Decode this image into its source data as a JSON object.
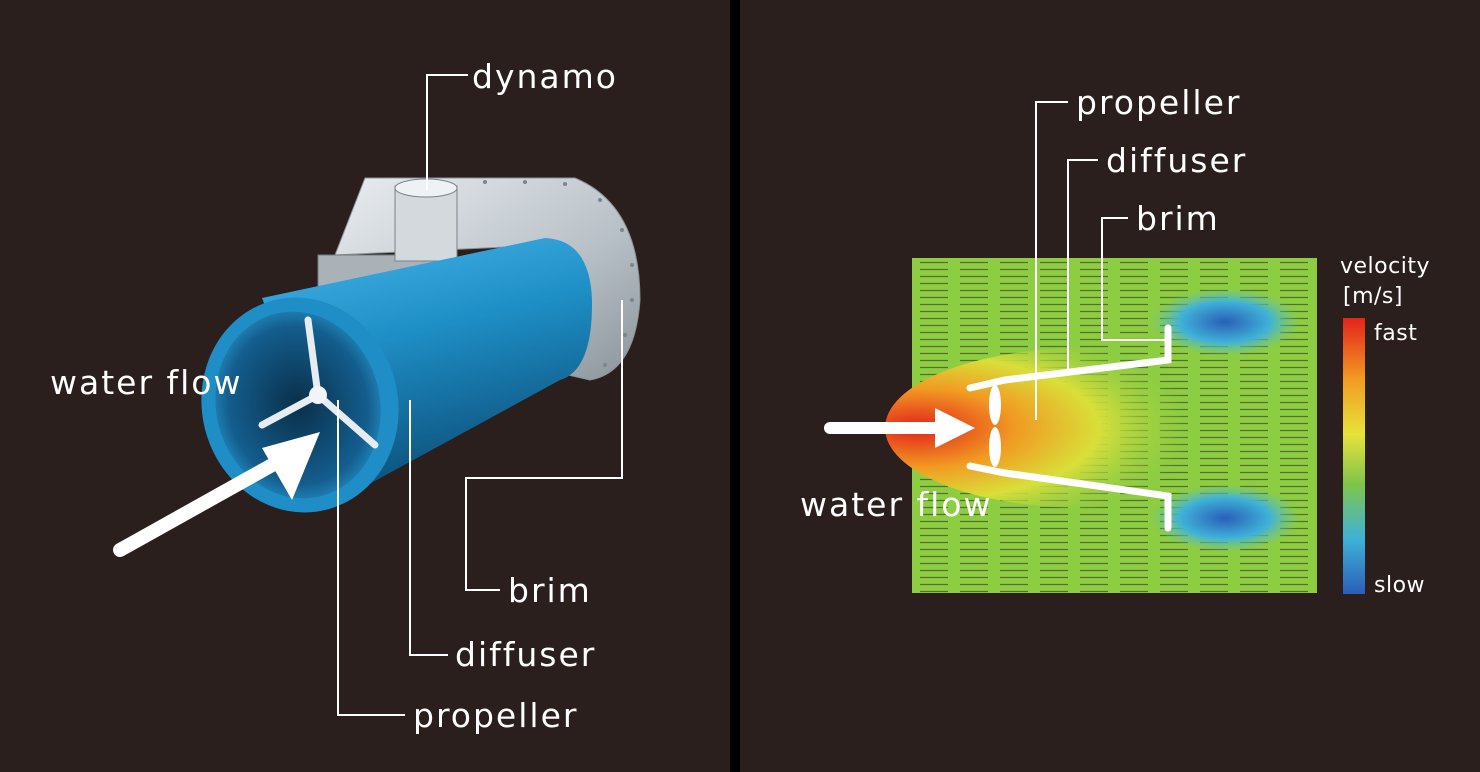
{
  "colors": {
    "background": "#2a1f1d",
    "divider": "#000000",
    "turbine_blue": "#1e8fc6",
    "flange_silver": "#c9cfd4",
    "label_white": "#ffffff",
    "velocity_fast": "#e3231b",
    "velocity_mid": "#c5d72e",
    "velocity_slow": "#2a5fb8"
  },
  "left_panel": {
    "labels": {
      "dynamo": "dynamo",
      "water_flow": "water flow",
      "brim": "brim",
      "diffuser": "diffuser",
      "propeller": "propeller"
    }
  },
  "right_panel": {
    "labels": {
      "propeller": "propeller",
      "diffuser": "diffuser",
      "brim": "brim",
      "water_flow": "water flow"
    },
    "legend": {
      "title_line1": "velocity",
      "title_line2": "[m/s]",
      "fast": "fast",
      "slow": "slow"
    }
  }
}
